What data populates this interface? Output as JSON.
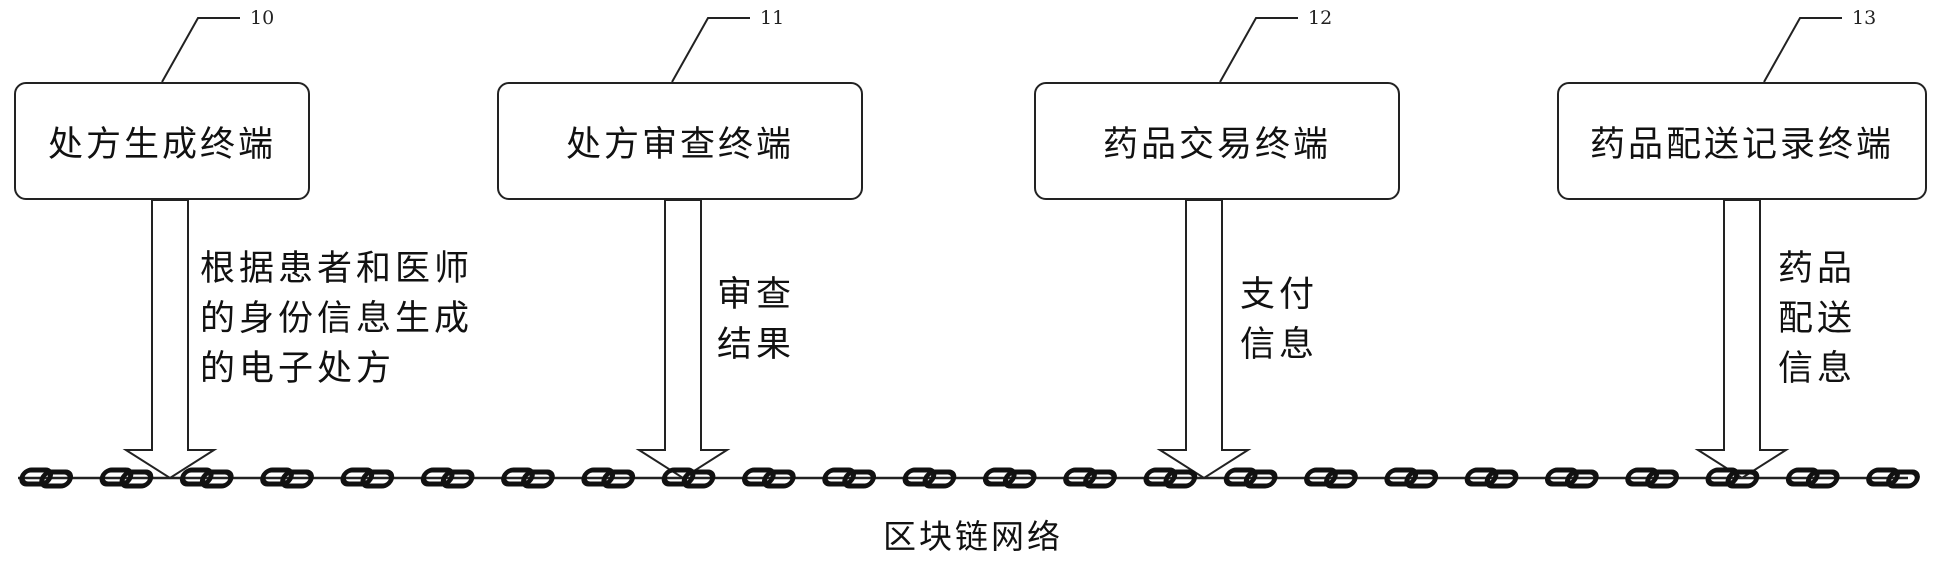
{
  "terminals": [
    {
      "id": "terminal-prescription-generation",
      "label": "处方生成终端",
      "ref": "10",
      "arrow_label": "根据患者和医师\n的身份信息生成\n的电子处方"
    },
    {
      "id": "terminal-prescription-review",
      "label": "处方审查终端",
      "ref": "11",
      "arrow_label": "审查\n结果"
    },
    {
      "id": "terminal-drug-transaction",
      "label": "药品交易终端",
      "ref": "12",
      "arrow_label": "支付\n信息"
    },
    {
      "id": "terminal-drug-delivery-record",
      "label": "药品配送记录终端",
      "ref": "13",
      "arrow_label": "药品\n配送\n信息"
    }
  ],
  "network": {
    "label": "区块链网络",
    "icon": "chain-link-icon"
  }
}
